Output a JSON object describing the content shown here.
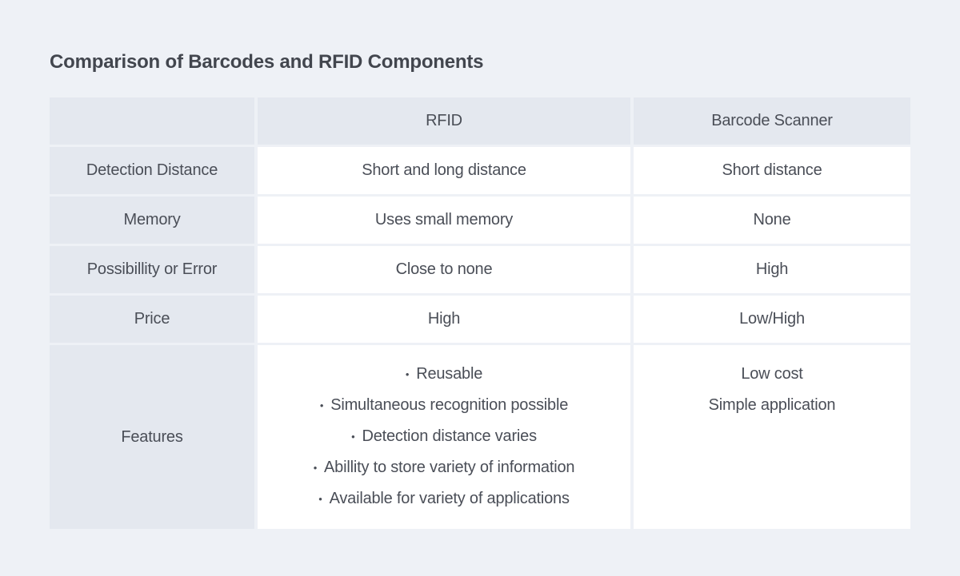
{
  "title": "Comparison of Barcodes and RFID Components",
  "colors": {
    "page_background": "#eef1f6",
    "label_cell_background": "#e4e8ef",
    "data_cell_background": "#ffffff",
    "text": "#4a4e57",
    "title_text": "#42464e"
  },
  "table": {
    "bullet": "•",
    "columns": [
      "",
      "RFID",
      "Barcode Scanner"
    ],
    "rows": [
      {
        "label": "Detection Distance",
        "rfid": "Short and long distance",
        "barcode": "Short distance"
      },
      {
        "label": "Memory",
        "rfid": "Uses small memory",
        "barcode": "None"
      },
      {
        "label": "Possibillity or Error",
        "rfid": "Close to none",
        "barcode": "High"
      },
      {
        "label": "Price",
        "rfid": "High",
        "barcode": "Low/High"
      },
      {
        "label": "Features",
        "rfid_list": [
          "Reusable",
          "Simultaneous recognition possible",
          "Detection distance varies",
          "Abillity to store variety of information",
          "Available for variety of applications"
        ],
        "barcode_lines": [
          "Low cost",
          "Simple application"
        ]
      }
    ]
  }
}
